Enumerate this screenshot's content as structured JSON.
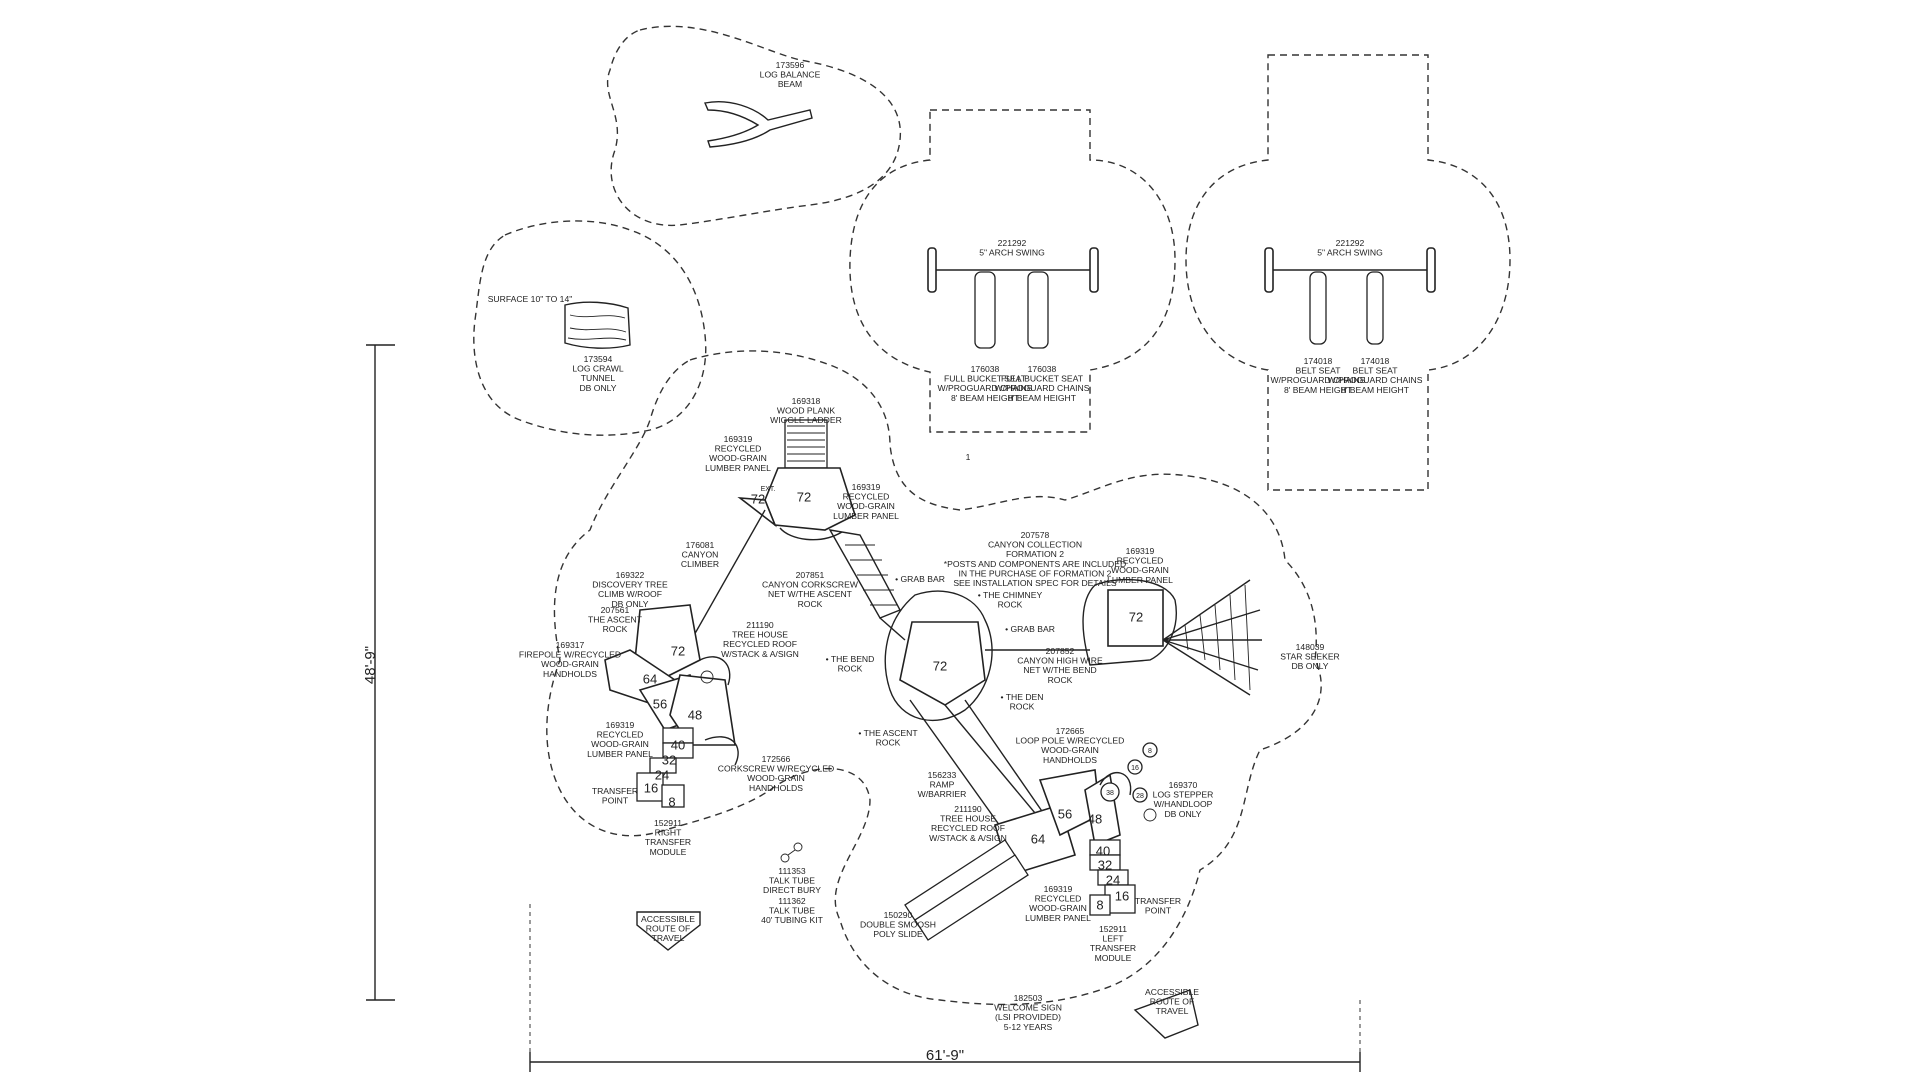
{
  "dimensions": {
    "height": "48'-9\"",
    "width": "61'-9\""
  },
  "labels": [
    {
      "id": "log-balance",
      "lines": [
        "173596",
        "LOG BALANCE",
        "BEAM"
      ]
    },
    {
      "id": "swing1",
      "lines": [
        "221292",
        "5\" ARCH SWING"
      ]
    },
    {
      "id": "swing2",
      "lines": [
        "221292",
        "5\" ARCH SWING"
      ]
    },
    {
      "id": "bucket1",
      "lines": [
        "176038",
        "FULL BUCKET SEAT",
        "W/PROGUARD CHAINS",
        "8' BEAM HEIGHT"
      ]
    },
    {
      "id": "bucket2",
      "lines": [
        "176038",
        "FULL BUCKET SEAT",
        "W/PROGUARD CHAINS",
        "8' BEAM HEIGHT"
      ]
    },
    {
      "id": "belt1",
      "lines": [
        "174018",
        "BELT SEAT",
        "W/PROGUARD CHAINS",
        "8' BEAM HEIGHT"
      ]
    },
    {
      "id": "belt2",
      "lines": [
        "174018",
        "BELT SEAT",
        "W/PROGUARD CHAINS",
        "8' BEAM HEIGHT"
      ]
    },
    {
      "id": "swing-marker",
      "lines": [
        "1"
      ]
    },
    {
      "id": "surface",
      "lines": [
        "SURFACE 10\" TO 14\""
      ]
    },
    {
      "id": "crawl-tunnel",
      "lines": [
        "173594",
        "LOG CRAWL",
        "TUNNEL",
        "DB ONLY"
      ]
    },
    {
      "id": "wiggle-ladder",
      "lines": [
        "169318",
        "WOOD PLANK",
        "WIGGLE LADDER"
      ]
    },
    {
      "id": "panel-a",
      "lines": [
        "169319",
        "RECYCLED",
        "WOOD-GRAIN",
        "LUMBER PANEL"
      ]
    },
    {
      "id": "panel-b",
      "lines": [
        "169319",
        "RECYCLED",
        "WOOD-GRAIN",
        "LUMBER PANEL"
      ]
    },
    {
      "id": "canyon-climber",
      "lines": [
        "176081",
        "CANYON",
        "CLIMBER"
      ]
    },
    {
      "id": "discovery-tree",
      "lines": [
        "169322",
        "DISCOVERY TREE",
        "CLIMB W/ROOF",
        "DB ONLY"
      ]
    },
    {
      "id": "ascent-rock-a",
      "lines": [
        "207561",
        "THE ASCENT",
        "ROCK"
      ]
    },
    {
      "id": "firepole",
      "lines": [
        "169317",
        "FIREPOLE W/RECYCLED",
        "WOOD-GRAIN",
        "HANDHOLDS"
      ]
    },
    {
      "id": "tree-house-a",
      "lines": [
        "211190",
        "TREE HOUSE",
        "RECYCLED ROOF",
        "W/STACK & A/SIGN"
      ]
    },
    {
      "id": "corkscrew-net",
      "lines": [
        "207851",
        "CANYON CORKSCREW",
        "NET W/THE ASCENT",
        "ROCK"
      ]
    },
    {
      "id": "canyon-formation",
      "lines": [
        "207578",
        "CANYON COLLECTION",
        "FORMATION 2",
        "*POSTS AND COMPONENTS ARE INCLUDED",
        "IN THE PURCHASE OF FORMATION 2",
        "SEE INSTALLATION SPEC FOR DETAILS"
      ]
    },
    {
      "id": "panel-c",
      "lines": [
        "169319",
        "RECYCLED",
        "WOOD-GRAIN",
        "LUMBER PANEL"
      ]
    },
    {
      "id": "grab-bar-a",
      "lines": [
        "• GRAB BAR"
      ]
    },
    {
      "id": "chimney-rock",
      "lines": [
        "• THE CHIMNEY",
        "ROCK"
      ]
    },
    {
      "id": "grab-bar-b",
      "lines": [
        "• GRAB BAR"
      ]
    },
    {
      "id": "bend-rock",
      "lines": [
        "• THE BEND",
        "ROCK"
      ]
    },
    {
      "id": "high-wire",
      "lines": [
        "207852",
        "CANYON HIGH WIRE",
        "NET W/THE BEND",
        "ROCK"
      ]
    },
    {
      "id": "star-seeker",
      "lines": [
        "148039",
        "STAR SEEKER",
        "DB ONLY"
      ]
    },
    {
      "id": "den-rock",
      "lines": [
        "• THE DEN",
        "ROCK"
      ]
    },
    {
      "id": "ascent-rock-b",
      "lines": [
        "• THE ASCENT",
        "ROCK"
      ]
    },
    {
      "id": "loop-pole",
      "lines": [
        "172665",
        "LOOP POLE W/RECYCLED",
        "WOOD-GRAIN",
        "HANDHOLDS"
      ]
    },
    {
      "id": "log-stepper",
      "lines": [
        "169370",
        "LOG STEPPER",
        "W/HANDLOOP",
        "DB ONLY"
      ]
    },
    {
      "id": "panel-d",
      "lines": [
        "169319",
        "RECYCLED",
        "WOOD-GRAIN",
        "LUMBER PANEL"
      ]
    },
    {
      "id": "corkscrew",
      "lines": [
        "172566",
        "CORKSCREW W/RECYCLED",
        "WOOD-GRAIN",
        "HANDHOLDS"
      ]
    },
    {
      "id": "transfer-point-a",
      "lines": [
        "TRANSFER",
        "POINT"
      ]
    },
    {
      "id": "right-transfer",
      "lines": [
        "152911",
        "RIGHT",
        "TRANSFER",
        "MODULE"
      ]
    },
    {
      "id": "ramp",
      "lines": [
        "156233",
        "RAMP",
        "W/BARRIER"
      ]
    },
    {
      "id": "tree-house-b",
      "lines": [
        "211190",
        "TREE HOUSE",
        "RECYCLED ROOF",
        "W/STACK & A/SIGN"
      ]
    },
    {
      "id": "panel-e",
      "lines": [
        "169319",
        "RECYCLED",
        "WOOD-GRAIN",
        "LUMBER PANEL"
      ]
    },
    {
      "id": "talk-tube",
      "lines": [
        "111353",
        "TALK TUBE",
        "DIRECT BURY"
      ]
    },
    {
      "id": "tubing-kit",
      "lines": [
        "111362",
        "TALK TUBE",
        "40' TUBING KIT"
      ]
    },
    {
      "id": "double-slide",
      "lines": [
        "150290",
        "DOUBLE SMOOSH",
        "POLY SLIDE"
      ]
    },
    {
      "id": "transfer-point-b",
      "lines": [
        "TRANSFER",
        "POINT"
      ]
    },
    {
      "id": "left-transfer",
      "lines": [
        "152911",
        "LEFT",
        "TRANSFER",
        "MODULE"
      ]
    },
    {
      "id": "welcome-sign",
      "lines": [
        "182503",
        "WELCOME SIGN",
        "(LSI PROVIDED)",
        "5-12 YEARS"
      ]
    },
    {
      "id": "route-a",
      "lines": [
        "ACCESSIBLE",
        "ROUTE OF",
        "TRAVEL"
      ]
    },
    {
      "id": "route-b",
      "lines": [
        "ACCESSIBLE",
        "ROUTE OF",
        "TRAVEL"
      ]
    }
  ],
  "heights": [
    {
      "id": "h-top-72a",
      "value": "72"
    },
    {
      "id": "h-top-72b",
      "value": "72"
    },
    {
      "id": "h-ext",
      "value": "EXT."
    },
    {
      "id": "h-left-72",
      "value": "72"
    },
    {
      "id": "h-left-64",
      "value": "64"
    },
    {
      "id": "h-left-56",
      "value": "56"
    },
    {
      "id": "h-left-48",
      "value": "48"
    },
    {
      "id": "h-left-40",
      "value": "40"
    },
    {
      "id": "h-left-32",
      "value": "32"
    },
    {
      "id": "h-left-24",
      "value": "24"
    },
    {
      "id": "h-left-16",
      "value": "16"
    },
    {
      "id": "h-left-8",
      "value": "8"
    },
    {
      "id": "h-center-72",
      "value": "72"
    },
    {
      "id": "h-right-72",
      "value": "72"
    },
    {
      "id": "h-b-64",
      "value": "64"
    },
    {
      "id": "h-b-56",
      "value": "56"
    },
    {
      "id": "h-b-48",
      "value": "48"
    },
    {
      "id": "h-b-40",
      "value": "40"
    },
    {
      "id": "h-b-32",
      "value": "32"
    },
    {
      "id": "h-b-24",
      "value": "24"
    },
    {
      "id": "h-b-16",
      "value": "16"
    },
    {
      "id": "h-b-8",
      "value": "8"
    },
    {
      "id": "stepper-8",
      "value": "8"
    },
    {
      "id": "stepper-16",
      "value": "16"
    },
    {
      "id": "stepper-38",
      "value": "38"
    },
    {
      "id": "stepper-28",
      "value": "28"
    }
  ]
}
